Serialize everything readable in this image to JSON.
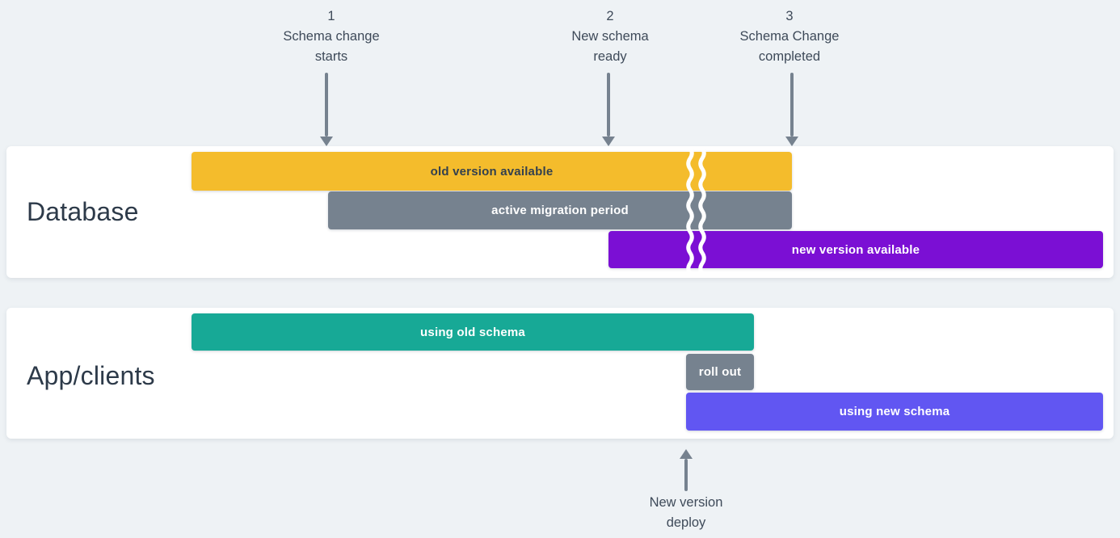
{
  "colors": {
    "background": "#eef2f5",
    "panel": "#ffffff",
    "arrow": "#76828f",
    "annotation_text": "#3e4a59",
    "row_label_text": "#2d3a49",
    "yellow": "#f4bc2c",
    "slate_gray": "#76828f",
    "purple": "#7b0fd4",
    "teal": "#17a996",
    "violet": "#6156f2",
    "dark_bar_text": "#33404e",
    "light_bar_text": "#ffffff",
    "squiggle": "#ffffff"
  },
  "markers": [
    {
      "number": "1",
      "line1": "Schema change",
      "line2": "starts"
    },
    {
      "number": "2",
      "line1": "New schema",
      "line2": "ready"
    },
    {
      "number": "3",
      "line1": "Schema Change",
      "line2": "completed"
    }
  ],
  "database": {
    "label": "Database",
    "bars": [
      {
        "name": "old-version-available",
        "label": "old version available",
        "color": "#f4bc2c",
        "text_color": "#33404e"
      },
      {
        "name": "active-migration-period",
        "label": "active migration period",
        "color": "#76828f",
        "text_color": "#ffffff"
      },
      {
        "name": "new-version-available",
        "label": "new version available",
        "color": "#7b0fd4",
        "text_color": "#ffffff"
      }
    ]
  },
  "app": {
    "label": "App/clients",
    "bars": [
      {
        "name": "using-old-schema",
        "label": "using old schema",
        "color": "#17a996",
        "text_color": "#ffffff"
      },
      {
        "name": "roll-out",
        "label": "roll out",
        "color": "#76828f",
        "text_color": "#ffffff"
      },
      {
        "name": "using-new-schema",
        "label": "using new schema",
        "color": "#6156f2",
        "text_color": "#ffffff"
      }
    ]
  },
  "deploy_marker": {
    "line1": "New version",
    "line2": "deploy"
  }
}
